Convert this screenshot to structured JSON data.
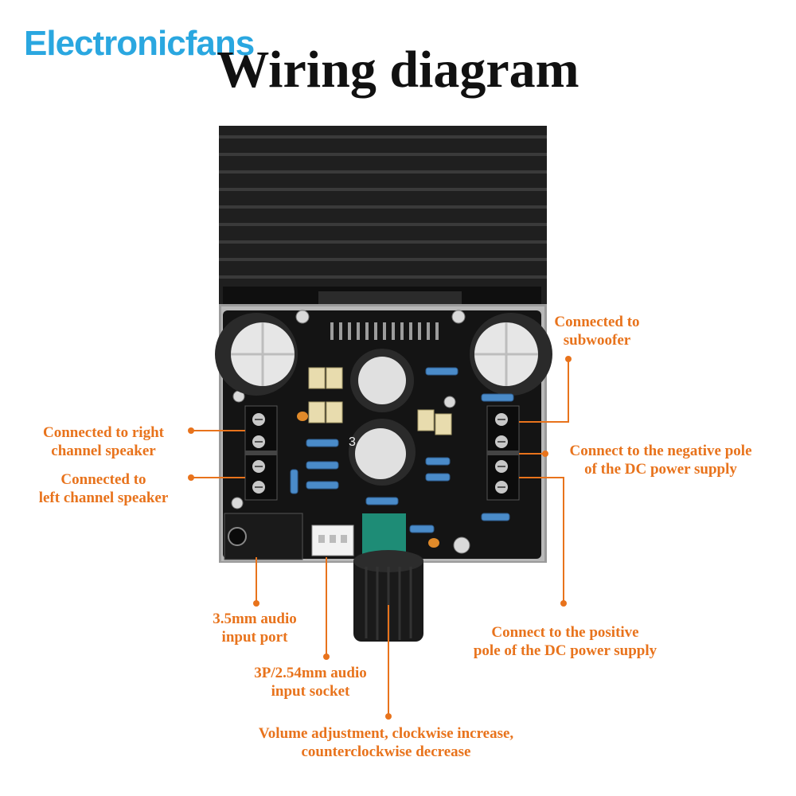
{
  "brand": "Electronicfans",
  "title": "Wiring diagram",
  "labels": {
    "subwoofer": [
      "Connected to",
      "subwoofer"
    ],
    "right_speaker": [
      "Connected to right",
      "channel speaker"
    ],
    "left_speaker": [
      "Connected to",
      "left channel speaker"
    ],
    "negative_pole": [
      "Connect to the negative pole",
      "of the DC power supply"
    ],
    "audio_port": [
      "3.5mm audio",
      "input port"
    ],
    "audio_socket": [
      "3P/2.54mm audio",
      "input socket"
    ],
    "positive_pole": [
      "Connect to the positive",
      "pole of the DC power supply"
    ],
    "volume": [
      "Volume adjustment, clockwise increase,",
      "counterclockwise decrease"
    ]
  },
  "board_markings": {
    "cap_label": "3"
  },
  "colors": {
    "accent": "#e8731c",
    "brand": "#2aa7e0",
    "board": "#141414",
    "heatsink": "#1c1c1c"
  }
}
